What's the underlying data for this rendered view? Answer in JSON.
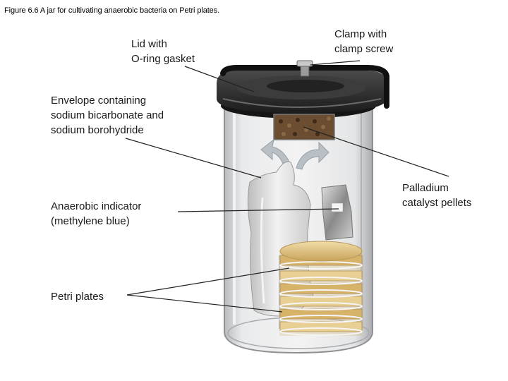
{
  "figure": {
    "caption": "Figure 6.6 A jar for cultivating anaerobic bacteria on Petri plates."
  },
  "labels": {
    "lid": [
      "Lid with",
      "O-ring gasket"
    ],
    "clamp": [
      "Clamp with",
      "clamp screw"
    ],
    "envelope": [
      "Envelope containing",
      "sodium bicarbonate and",
      "sodium borohydride"
    ],
    "palladium": [
      "Palladium",
      "catalyst pellets"
    ],
    "indicator": [
      "Anaerobic indicator",
      "(methylene blue)"
    ],
    "petri": [
      "Petri plates"
    ]
  },
  "colors": {
    "lid": "#2b2b2b",
    "glass": "#d9dadc",
    "pellets": "#5a4128",
    "petri_gold": "#e3c27a",
    "envelope": "#dcdcdc",
    "leader": "#222222"
  }
}
